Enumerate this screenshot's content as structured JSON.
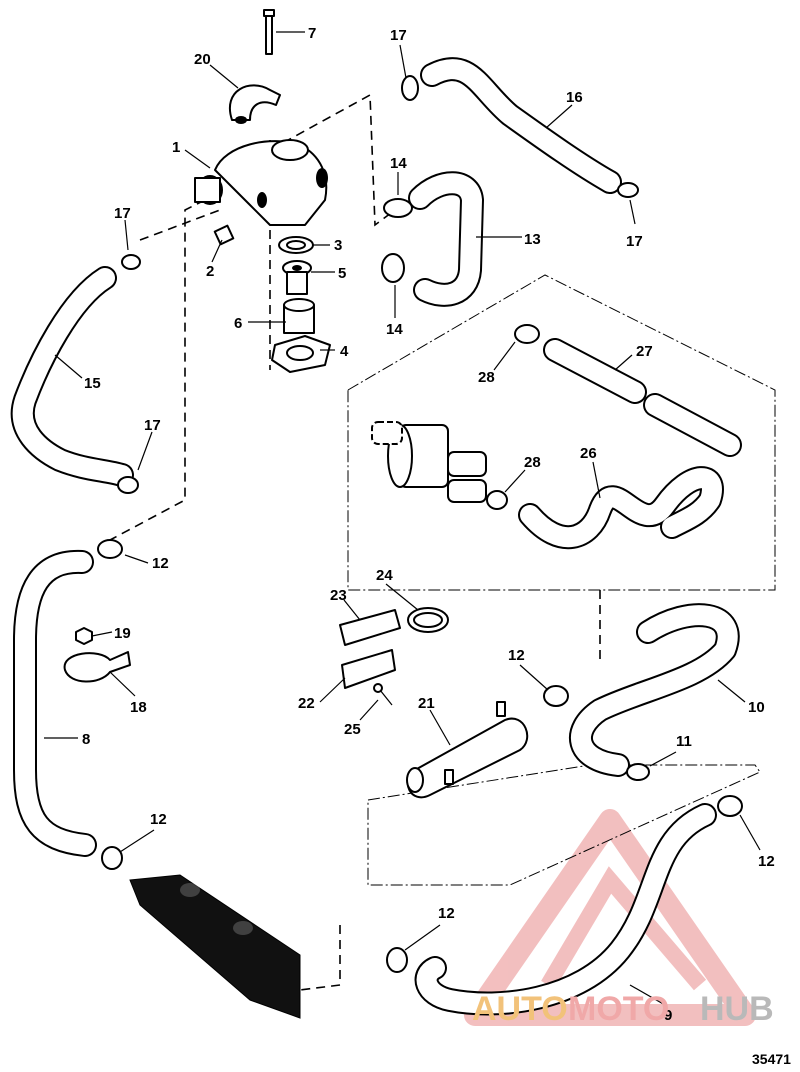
{
  "diagram": {
    "reference_number": "35471",
    "callouts": [
      "1",
      "2",
      "3",
      "4",
      "5",
      "6",
      "7",
      "8",
      "9",
      "10",
      "11",
      "12",
      "13",
      "14",
      "15",
      "16",
      "17",
      "18",
      "19",
      "20",
      "21",
      "22",
      "23",
      "24",
      "25",
      "26",
      "27",
      "28"
    ]
  },
  "watermark": {
    "part1": "AUTO",
    "part2": "MOTO",
    "part3": "HUB",
    "colors": {
      "auto": "#f2c27a",
      "moto": "#f0a8a8",
      "hub": "#b9b9b9",
      "logo": "#e9a3a3"
    }
  }
}
